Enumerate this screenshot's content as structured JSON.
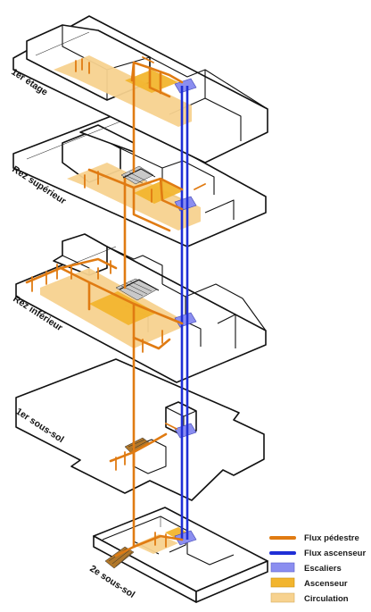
{
  "floors": {
    "etage1": "1er étage",
    "rez_superieur": "Rez supérieur",
    "rez_inferieur": "Rez inférieur",
    "sous_sol_1": "1er sous-sol",
    "sous_sol_2": "2e sous-sol"
  },
  "legend": [
    {
      "label": "Flux pédestre",
      "kind": "line",
      "color": "#e07b12"
    },
    {
      "label": "Flux ascenseur",
      "kind": "line",
      "color": "#1f2fd6"
    },
    {
      "label": "Escaliers",
      "kind": "swatch",
      "color": "#8b8ef0"
    },
    {
      "label": "Ascenseur",
      "kind": "swatch",
      "color": "#f2b52e"
    },
    {
      "label": "Circulation",
      "kind": "swatch",
      "color": "#f7d28f"
    }
  ],
  "colors": {
    "pedestrian": "#e07b12",
    "elevator": "#1f2fd6",
    "stairs": "#8b8ef0",
    "lift": "#f2b52e",
    "circulation": "#f7d28f",
    "outline": "#111111"
  }
}
